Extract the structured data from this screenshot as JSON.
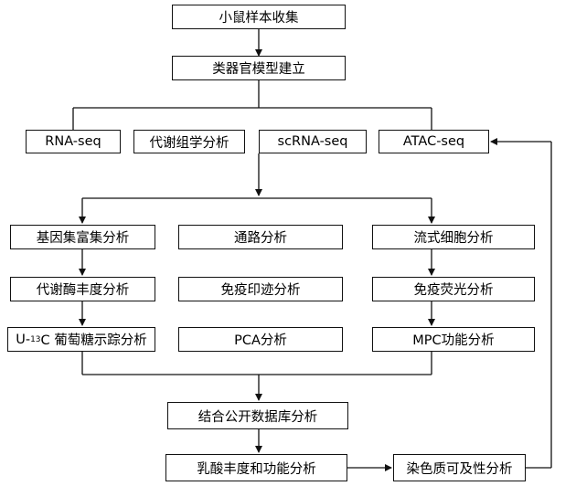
{
  "nodes": {
    "sample_collection": "小鼠样本收集",
    "organoid": "类器官模型建立",
    "rna_seq": "RNA-seq",
    "metabolomics": "代谢组学分析",
    "scrna_seq": "scRNA-seq",
    "atac_seq": "ATAC-seq",
    "gsea": "基因集富集分析",
    "pathway": "通路分析",
    "flow": "流式细胞分析",
    "enzyme": "代谢酶丰度分析",
    "immune_mark": "免疫印迹分析",
    "immune_fluo": "免疫荧光分析",
    "tracing_prefix": "U-",
    "tracing_sup": "13",
    "tracing_suffix": "C 葡萄糖示踪分析",
    "pca": "PCA分析",
    "mpc": "MPC功能分析",
    "public_db": "结合公开数据库分析",
    "lactate": "乳酸丰度和功能分析",
    "chromatin": "染色质可及性分析"
  }
}
